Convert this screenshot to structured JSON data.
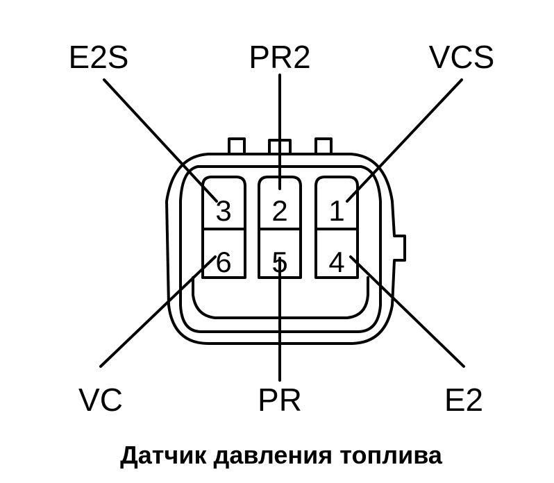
{
  "labels": {
    "top_left": "E2S",
    "top_center": "PR2",
    "top_right": "VCS",
    "bottom_left": "VC",
    "bottom_center": "PR",
    "bottom_right": "E2"
  },
  "pins": {
    "p1": "1",
    "p2": "2",
    "p3": "3",
    "p4": "4",
    "p5": "5",
    "p6": "6"
  },
  "caption": "Датчик давления топлива"
}
